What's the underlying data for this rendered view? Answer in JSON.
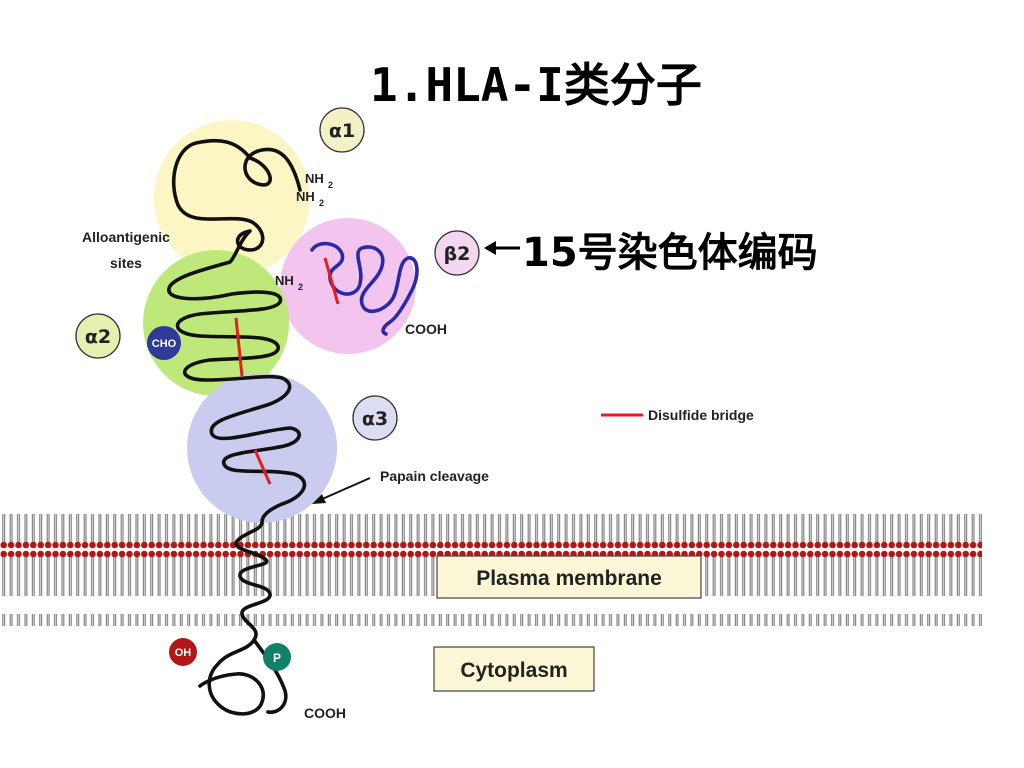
{
  "title": "1.HLA-I类分子",
  "beta2_note": "15号染色体编码",
  "domains": {
    "alpha1": "α1",
    "alpha2": "α2",
    "alpha3": "α3",
    "beta2": "β2"
  },
  "labels": {
    "nh2_a": "NH",
    "nh2_b": "NH",
    "nh2_c": "NH",
    "sub2": "2",
    "cooh_beta2": "COOH",
    "cooh_tail": "COOH",
    "cho": "CHO",
    "oh": "OH",
    "p": "P",
    "alloantigenic_line1": "Alloantigenic",
    "alloantigenic_line2": "sites",
    "disulfide": "Disulfide bridge",
    "papain": "Papain cleavage",
    "plasma_membrane": "Plasma membrane",
    "cytoplasm": "Cytoplasm"
  },
  "colors": {
    "alpha1_fill": "#fbf6c4",
    "alpha2_fill": "#bfe87a",
    "alpha3_fill": "#c9cbef",
    "beta2_fill": "#f3c4ee",
    "alpha1_tag": "#f4f0c8",
    "alpha2_tag": "#e4efb0",
    "alpha3_tag": "#dcdcf2",
    "beta2_tag": "#f3d6ef",
    "disulfide": "#e02020",
    "lipid_head": "#b01818",
    "beta2_chain": "#2a2aa8",
    "cho": "#303a9a",
    "oh": "#b01818",
    "p": "#12806a",
    "box_fill": "#fbf7d6"
  }
}
